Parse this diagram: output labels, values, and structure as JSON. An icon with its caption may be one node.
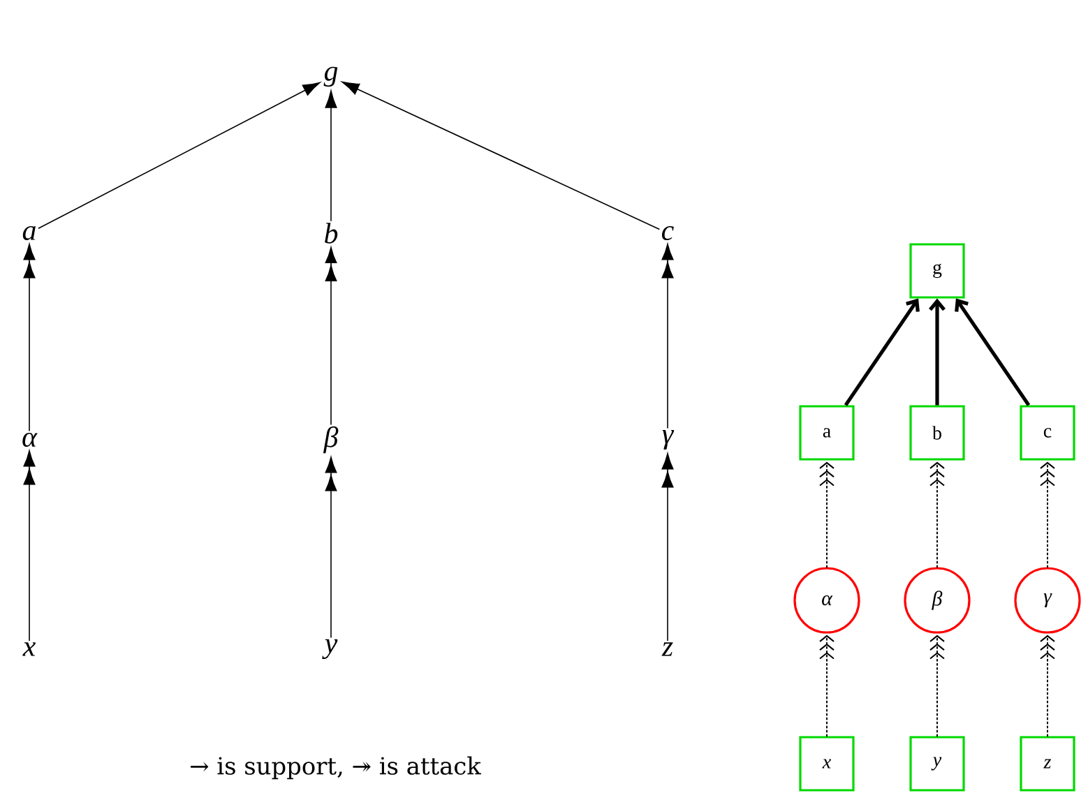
{
  "diagram": {
    "caption": "→ is support, ↠ is attack",
    "nodes": [
      {
        "text": [
          "g"
        ]
      },
      {
        "text": [
          "a"
        ]
      },
      {
        "text": [
          "b"
        ]
      },
      {
        "text": [
          "c"
        ]
      },
      {
        "text": [
          "α"
        ]
      },
      {
        "text": [
          "β"
        ]
      },
      {
        "text": [
          "γ"
        ]
      },
      {
        "text": [
          "x"
        ]
      },
      {
        "text": [
          "y"
        ]
      },
      {
        "text": [
          "z"
        ]
      },
      {
        "text": [
          "g"
        ]
      },
      {
        "text": [
          "a"
        ]
      },
      {
        "text": [
          "b"
        ]
      },
      {
        "text": [
          "c"
        ]
      },
      {
        "text": [
          "α"
        ]
      },
      {
        "text": [
          "β"
        ]
      },
      {
        "text": [
          "γ"
        ]
      },
      {
        "text": [
          "x"
        ]
      },
      {
        "text": [
          "y"
        ]
      },
      {
        "text": [
          "z"
        ]
      }
    ],
    "edges": [
      {
        "from": 1,
        "to": 0,
        "arrow": "to"
      },
      {
        "from": 2,
        "to": 0,
        "arrow": "to"
      },
      {
        "from": 3,
        "to": 0,
        "arrow": "to"
      },
      {
        "from": 4,
        "to": 1,
        "arrow": "to"
      },
      {
        "from": 5,
        "to": 2,
        "arrow": "to"
      },
      {
        "from": 6,
        "to": 3,
        "arrow": "to"
      },
      {
        "from": 7,
        "to": 4,
        "arrow": "to"
      },
      {
        "from": 8,
        "to": 5,
        "arrow": "to"
      },
      {
        "from": 9,
        "to": 6,
        "arrow": "to"
      },
      {
        "from": 11,
        "to": 10,
        "arrow": "to",
        "style": "thick"
      },
      {
        "from": 12,
        "to": 10,
        "arrow": "to",
        "style": "thick"
      },
      {
        "from": 13,
        "to": 10,
        "arrow": "to",
        "style": "thick"
      },
      {
        "from": 14,
        "to": 11,
        "arrow": "to",
        "style": "dashed"
      },
      {
        "from": 15,
        "to": 12,
        "arrow": "to",
        "style": "dashed"
      },
      {
        "from": 16,
        "to": 13,
        "arrow": "to",
        "style": "dashed"
      },
      {
        "from": 17,
        "to": 14,
        "arrow": "to",
        "style": "dashed"
      },
      {
        "from": 18,
        "to": 15,
        "arrow": "to",
        "style": "dashed"
      },
      {
        "from": 19,
        "to": 16,
        "arrow": "to",
        "style": "dashed"
      }
    ]
  }
}
